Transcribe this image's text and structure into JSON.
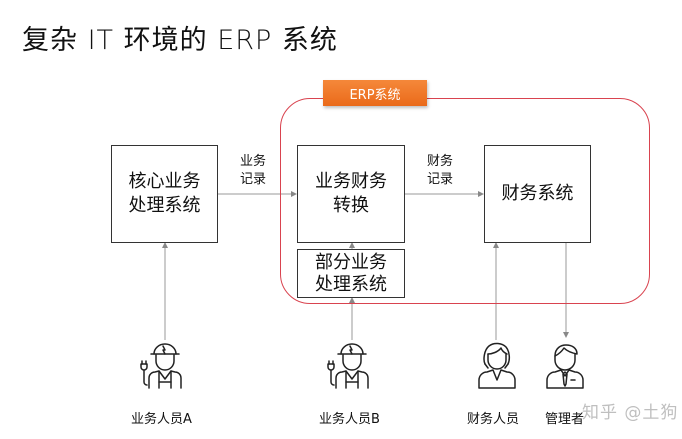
{
  "title": "复杂 IT 环境的 ERP 系统",
  "erp_group": {
    "label": "ERP系统",
    "border_color": "#d9434f",
    "tag_color": "#ee7428"
  },
  "boxes": {
    "core": {
      "line1": "核心业务",
      "line2": "处理系统"
    },
    "convert": {
      "line1": "业务财务",
      "line2": "转换"
    },
    "partial": {
      "line1": "部分业务",
      "line2": "处理系统"
    },
    "finance": {
      "line1": "财务系统"
    }
  },
  "edges": {
    "business_record": {
      "line1": "业务",
      "line2": "记录"
    },
    "finance_record": {
      "line1": "财务",
      "line2": "记录"
    }
  },
  "people": [
    {
      "label": "业务人员A",
      "icon": "worker-icon"
    },
    {
      "label": "业务人员B",
      "icon": "worker-icon"
    },
    {
      "label": "财务人员",
      "icon": "female-staff-icon"
    },
    {
      "label": "管理者",
      "icon": "manager-icon"
    }
  ],
  "watermark": "知乎 @土狗"
}
